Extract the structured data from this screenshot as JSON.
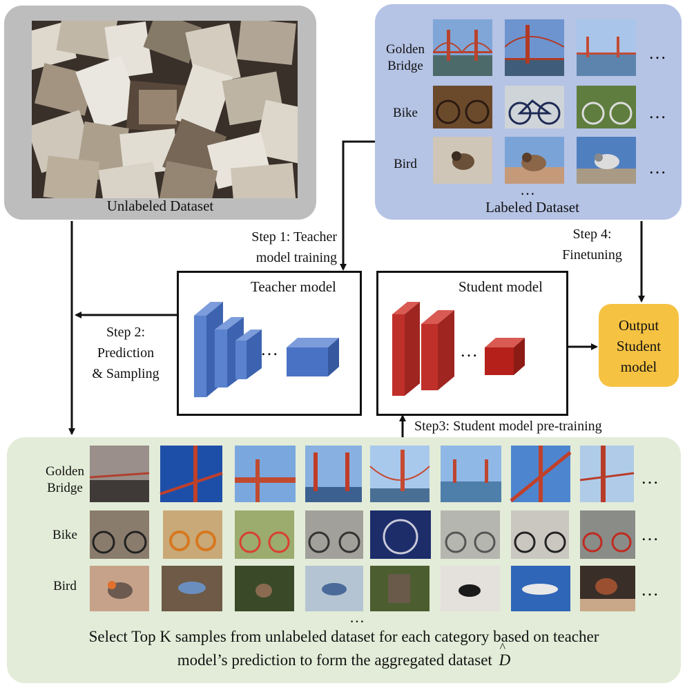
{
  "unlabeled": {
    "caption": "Unlabeled Dataset"
  },
  "labeled": {
    "caption": "Labeled Dataset",
    "rows": [
      {
        "label": "Golden Bridge"
      },
      {
        "label": "Bike"
      },
      {
        "label": "Bird"
      }
    ],
    "row_ellipsis": "…",
    "col_ellipsis": "…"
  },
  "steps": {
    "step1": [
      "Step 1: Teacher",
      "model training"
    ],
    "step2": [
      "Step 2:",
      "Prediction",
      "& Sampling"
    ],
    "step3": "Step3: Student model pre-training",
    "step4": [
      "Step 4:",
      "Finetuning"
    ]
  },
  "teacher": {
    "title": "Teacher model",
    "ellipsis": "…",
    "color": "#4a72c4"
  },
  "student": {
    "title": "Student model",
    "ellipsis": "…",
    "color": "#c0302a"
  },
  "output": {
    "lines": [
      "Output",
      "Student",
      "model"
    ],
    "color": "#f5c242"
  },
  "aggregated": {
    "rows": [
      {
        "label": "Golden Bridge"
      },
      {
        "label": "Bike"
      },
      {
        "label": "Bird"
      }
    ],
    "row_ellipsis": "…",
    "col_ellipsis": "…",
    "caption_line1": "Select Top K samples from unlabeled dataset for each category based on teacher",
    "caption_line2": "model’s prediction to form the aggregated dataset",
    "dataset_symbol": "D"
  }
}
